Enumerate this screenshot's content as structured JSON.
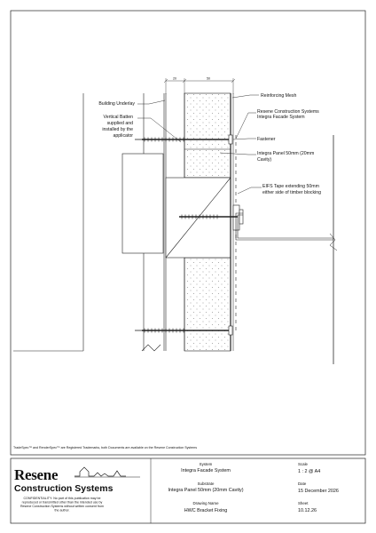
{
  "drawing": {
    "labels": {
      "building_underlay": "Building Underlay",
      "vertical_batten": [
        "Vertical Batten",
        "supplied and",
        "installed by the",
        "applicator"
      ],
      "reinforcing_mesh": "Reinforcing Mesh",
      "resene_system": [
        "Resene Construction Systems",
        "Integra Facade System"
      ],
      "fastener": "Fastener",
      "integra_panel": [
        "Integra Panel 50mm (20mm",
        "Cavity)"
      ],
      "eifs_tape": [
        "EIFS Tape extending 50mm",
        "either side of timber blocking"
      ]
    },
    "dims": [
      "20",
      "50"
    ]
  },
  "footer": {
    "trademark": "TradeSpec™ and RenderSpec™ are Registered Trademarks, both Documents are available on the Resene Construction Systems"
  },
  "title_block": {
    "logo": {
      "word": "Resene",
      "subtitle": "Construction Systems"
    },
    "confidentiality": [
      "CONFIDENTIALITY: No part of this publication may be",
      "reproduced or transmitted other than the intended use by",
      "Resene Construction Systems without written consent from",
      "the author."
    ],
    "system_key": "System",
    "system": "Integra Facade System",
    "substrate_key": "Substrate",
    "substrate": "Integra Panel 50mm (20mm Cavity)",
    "drawing_name_key": "Drawing Name",
    "drawing_name": "HWC Bracket Fixing",
    "scale_key": "Scale",
    "scale": "1 : 2 @ A4",
    "date_key": "Date",
    "date": "15 December 2026",
    "sheet_key": "Sheet",
    "sheet": "10.12.26"
  },
  "colors": {
    "line": "#222222",
    "grey": "#7a7a7a",
    "dot": "#9a9a9a"
  }
}
